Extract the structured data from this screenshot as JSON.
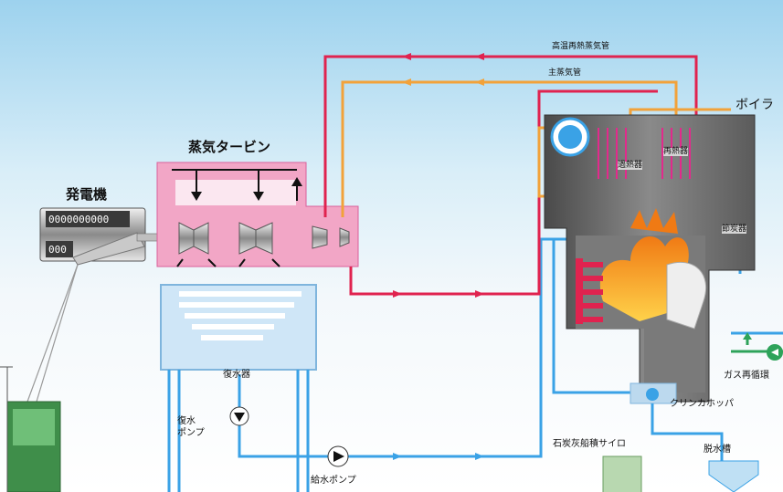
{
  "labels": {
    "reheat_steam_pipe": "高温再熱蒸気管",
    "main_steam_pipe": "主蒸気管",
    "boiler": "ボイラ",
    "reheater": "再熱器",
    "superheater": "過熱器",
    "economizer": "節炭器",
    "steam_turbine": "蒸気タービン",
    "generator": "発電機",
    "generator_readout": "0000000000",
    "generator_readout_lower": "000",
    "condenser": "復水器",
    "condensate_pump": "復水\nポンプ",
    "feed_pump": "給水ポンプ",
    "gas_recirculation": "ガス再循環",
    "clinker_hopper": "クリンカホッパ",
    "ash_silo": "石炭灰船積サイロ",
    "dewatering_tank": "脱水槽"
  },
  "colors": {
    "reheat_line": "#e0234f",
    "main_steam_line": "#f2a23a",
    "boiler_tube": "#e22a8c",
    "water_line": "#3aa2e6",
    "turbine_casing": "#f2a6c6",
    "condenser_body": "#cfe6f7",
    "boiler_body": "#6d6d6d",
    "flame": "#f7a21e",
    "gas_line": "#2ea35a"
  }
}
